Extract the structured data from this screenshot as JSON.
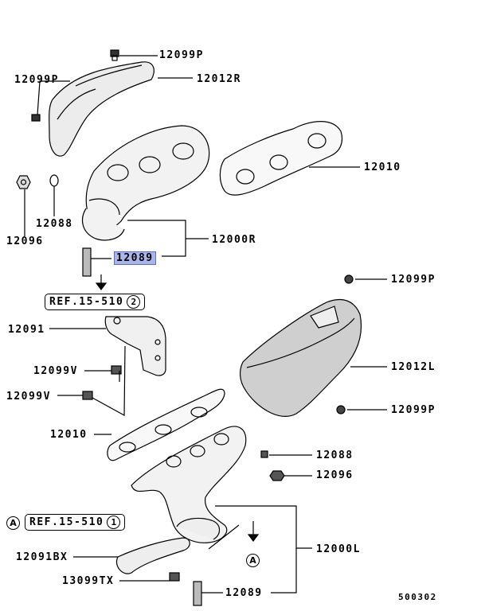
{
  "labels": {
    "p12099P_top": "12099P",
    "p12099P_left": "12099P",
    "p12012R": "12012R",
    "p12010_top": "12010",
    "p12096_left": "12096",
    "p12088_left": "12088",
    "p12000R": "12000R",
    "p12089_top": "12089",
    "p12099P_right1": "12099P",
    "p12091": "12091",
    "p12099V_1": "12099V",
    "p12099V_2": "12099V",
    "p12012L": "12012L",
    "p12099P_right2": "12099P",
    "p12010_mid": "12010",
    "p12088_right": "12088",
    "p12096_right": "12096",
    "p12000L": "12000L",
    "p12091BX": "12091BX",
    "p13099TX": "13099TX",
    "p12089_bottom": "12089"
  },
  "refs": {
    "ref1_text": "REF.15-510",
    "ref1_num": "2",
    "ref2_letter": "A",
    "ref2_text": "REF.15-510",
    "ref2_num": "1",
    "arrow_letter": "A"
  },
  "diagram_code": "500302",
  "colors": {
    "highlight": "#aab6ea",
    "line": "#000000",
    "part_fill": "#f2f2f2",
    "shade": "#c8c8c8"
  }
}
